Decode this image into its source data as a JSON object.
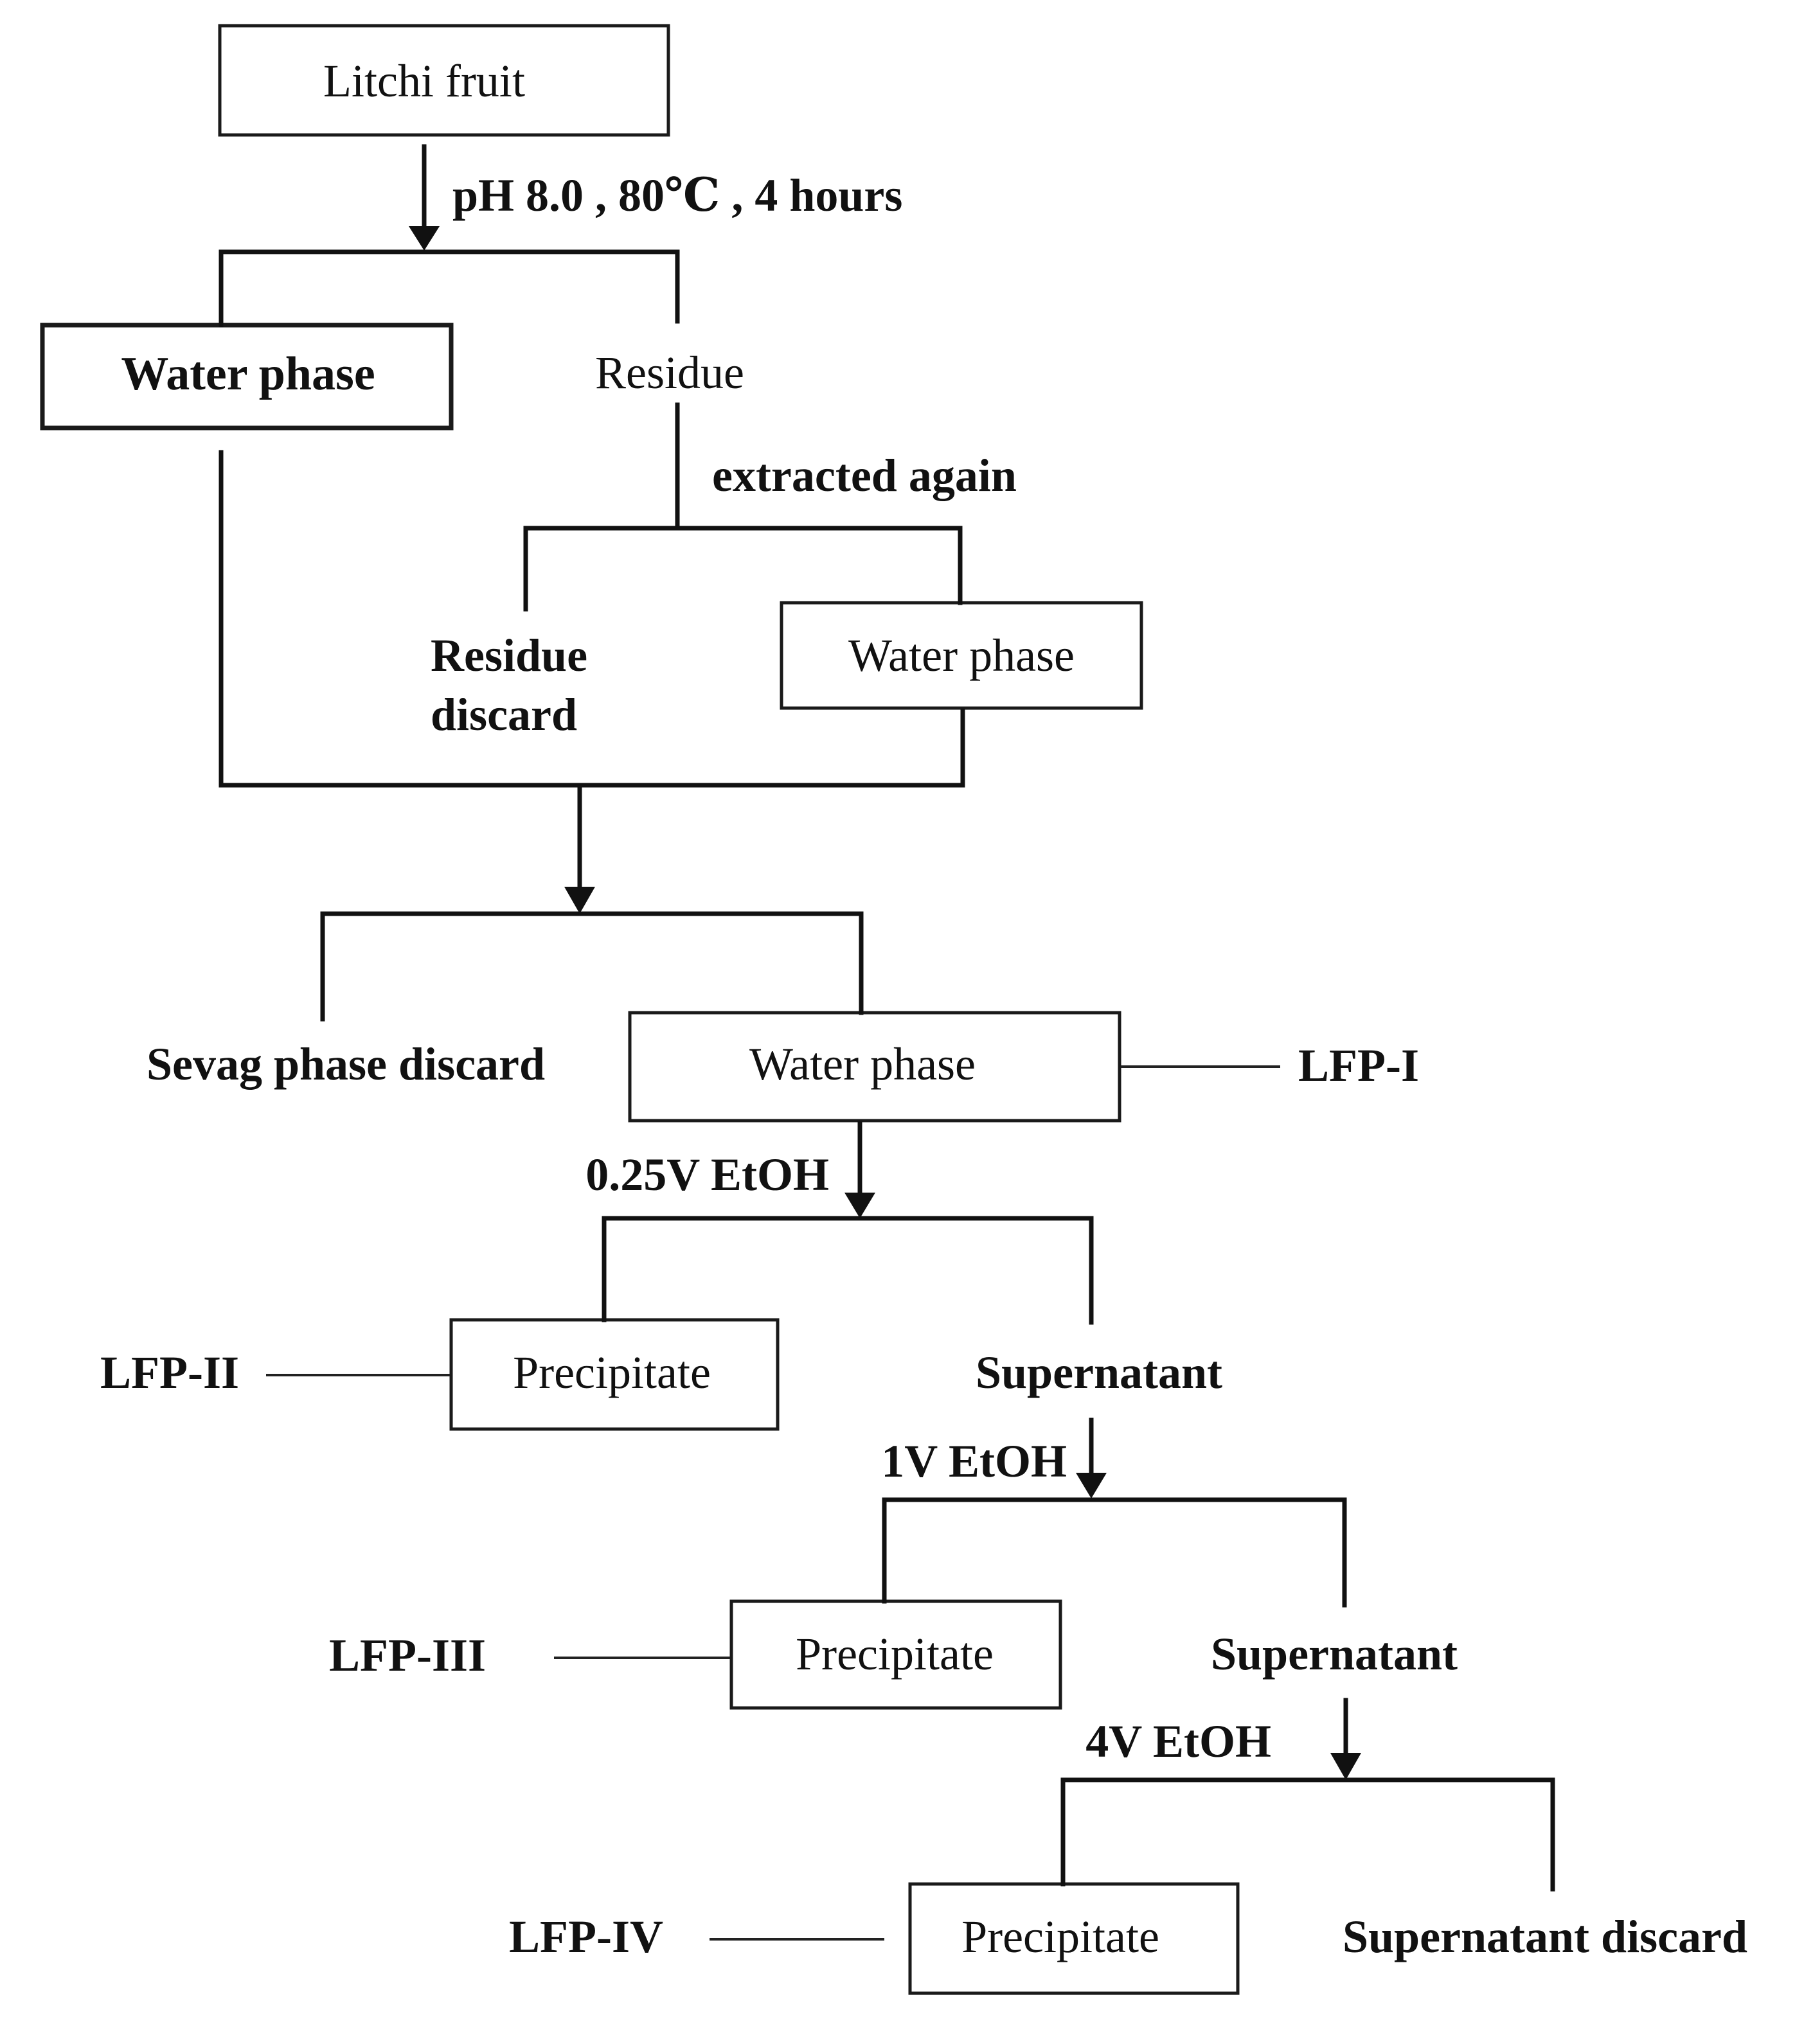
{
  "nodes": {
    "litchi_fruit": "Litchi fruit",
    "water_phase_1": "Water phase",
    "residue": "Residue",
    "residue_discard_line1": "Residue",
    "residue_discard_line2": "discard",
    "water_phase_2": "Water phase",
    "sevag_discard": "Sevag phase discard",
    "water_phase_3": "Water phase",
    "precipitate_1": "Precipitate",
    "supernatant_1": "Supernatant",
    "precipitate_2": "Precipitate",
    "supernatant_2": "Supernatant",
    "precipitate_3": "Precipitate",
    "supernatant_discard": "Supernatant discard"
  },
  "conditions": {
    "extraction": "pH 8.0 , 80℃ , 4 hours",
    "extracted_again": "extracted again",
    "etoh_025": "0.25V EtOH",
    "etoh_1": "1V EtOH",
    "etoh_4": "4V EtOH"
  },
  "products": {
    "lfp1": "LFP-I",
    "lfp2": "LFP-II",
    "lfp3": "LFP-III",
    "lfp4": "LFP-IV"
  }
}
